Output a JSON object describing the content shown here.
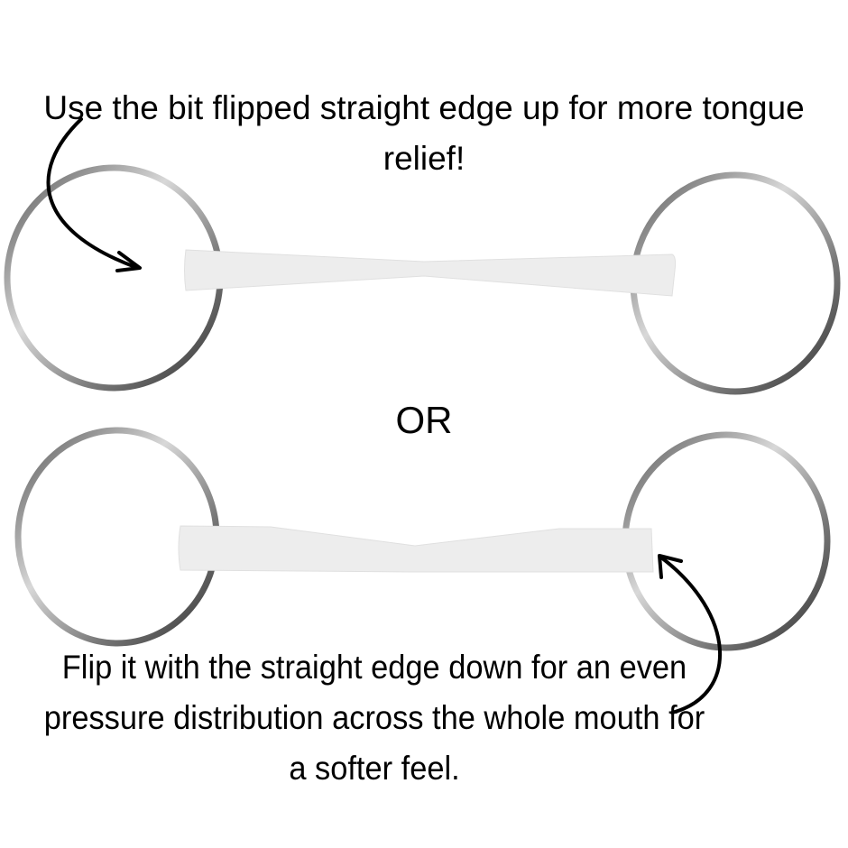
{
  "top_caption": "Use the bit flipped straight edge up for more tongue relief!",
  "divider_label": "OR",
  "bottom_caption": "Flip it with the straight edge down for an even pressure distribution across the whole mouth for a softer feel.",
  "images": {
    "top_bit": "loose-ring-bit-straight-edge-up",
    "bottom_bit": "loose-ring-bit-straight-edge-down"
  },
  "colors": {
    "background": "#ffffff",
    "text": "#000000",
    "mouthpiece": "#eeeeee",
    "ring": "#8a8a8a"
  }
}
